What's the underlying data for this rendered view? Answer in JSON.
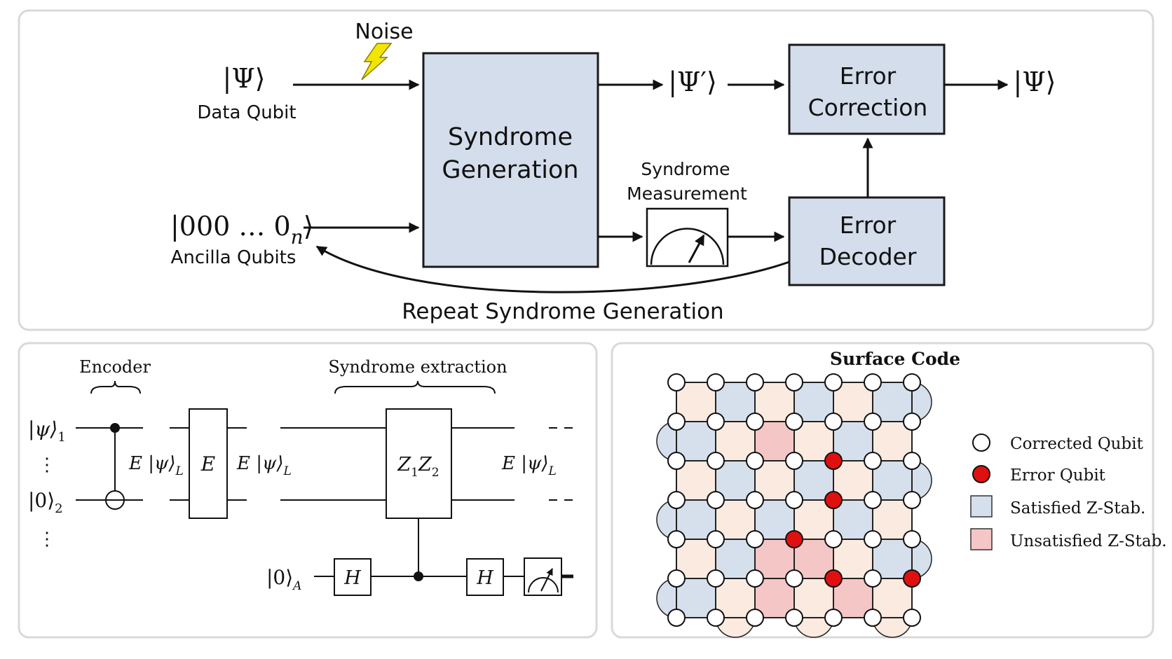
{
  "flow": {
    "noise_label": "Noise",
    "data_state": "|Ψ⟩",
    "data_label": "Data Qubit",
    "ancilla_state": "|000 … 0",
    "ancilla_sub": "n",
    "ancilla_close": "⟩",
    "ancilla_label": "Ancilla Qubits",
    "syndrome_gen_line1": "Syndrome",
    "syndrome_gen_line2": "Generation",
    "psi_prime": "|Ψ′⟩",
    "error_correction_line1": "Error",
    "error_correction_line2": "Correction",
    "psi_out": "|Ψ⟩",
    "measure_line1": "Syndrome",
    "measure_line2": "Measurement",
    "error_decoder_line1": "Error",
    "error_decoder_line2": "Decoder",
    "repeat_label": "Repeat Syndrome Generation"
  },
  "circuit": {
    "encoder_label": "Encoder",
    "syndrome_label": "Syndrome extraction",
    "psi1": "|ψ⟩",
    "psi1_sub": "1",
    "zero2": "|0⟩",
    "zero2_sub": "2",
    "vdots": "⋮",
    "e_psi_L": "E |ψ⟩",
    "sub_L": "L",
    "gate_E": "E",
    "gate_Z1": "Z",
    "sub_1": "1",
    "gate_Z2": "Z",
    "sub_2": "2",
    "zero_A": "|0⟩",
    "sub_A": "A",
    "gate_H": "H"
  },
  "surface": {
    "title": "Surface Code",
    "legend": [
      {
        "label": "Corrected Qubit",
        "kind": "white-circle"
      },
      {
        "label": "Error Qubit",
        "kind": "red-circle"
      },
      {
        "label": "Satisfied Z-Stab.",
        "kind": "blue-square"
      },
      {
        "label": "Unsatisfied Z-Stab.",
        "kind": "pink-square"
      }
    ],
    "colors": {
      "satisfied": "#d6dfec",
      "unsatisfied": "#f5c6c6",
      "x_face": "#fbeae0",
      "error": "#e01010",
      "box": "#d4ddeb",
      "noise": "#f2e600"
    },
    "grid_rows": 7,
    "grid_cols": 7,
    "faces": [
      [
        "x",
        "z",
        "x",
        "z",
        "x",
        "z"
      ],
      [
        "z",
        "x",
        "u",
        "x",
        "z",
        "x"
      ],
      [
        "x",
        "z",
        "x",
        "z",
        "x",
        "z"
      ],
      [
        "z",
        "x",
        "z",
        "x",
        "z",
        "x"
      ],
      [
        "x",
        "z",
        "u",
        "u",
        "x",
        "z"
      ],
      [
        "z",
        "x",
        "u",
        "x",
        "u",
        "x"
      ]
    ],
    "error_qubits": [
      [
        2,
        4
      ],
      [
        3,
        4
      ],
      [
        4,
        3
      ],
      [
        5,
        4
      ],
      [
        5,
        6
      ]
    ]
  }
}
